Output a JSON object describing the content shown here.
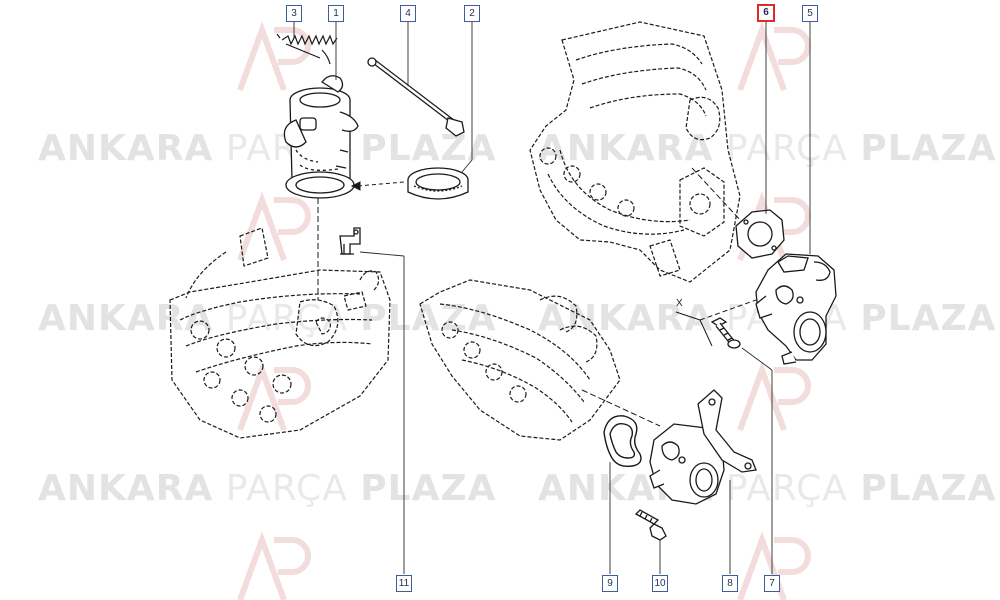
{
  "watermark": {
    "brand_bold_1": "ANKARA",
    "brand_light": "PARÇA",
    "brand_bold_2": "PLAZA"
  },
  "callouts": {
    "c1": "1",
    "c2": "2",
    "c3": "3",
    "c4": "4",
    "c5": "5",
    "c6": "6",
    "c7": "7",
    "c8": "8",
    "c9": "9",
    "c10": "10",
    "c11": "11"
  },
  "marker": {
    "x": "X"
  },
  "colors": {
    "line": "#1a1a1a",
    "callout_border": "#3a5f9a",
    "highlight": "#e02828",
    "watermark": "#e3e3e3"
  }
}
